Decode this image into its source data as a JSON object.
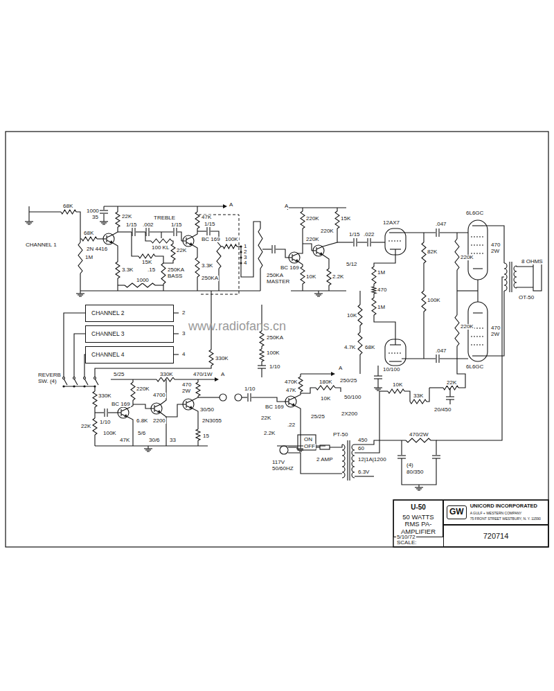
{
  "diagram": {
    "nodes": [
      {
        "text": [
          "CHANNEL 2"
        ]
      },
      {
        "text": [
          "CHANNEL 3"
        ]
      },
      {
        "text": [
          "CHANNEL 4"
        ]
      },
      {
        "text": [
          "U-50",
          "50 WATTS RMS PA-AMPLIFIER"
        ]
      },
      {
        "text": [
          "GW",
          "UNICORD INCORPORATED",
          "A GULF + WESTERN COMPANY",
          "75 FRONT STREET WESTBURY, N. Y. 11590"
        ]
      },
      {
        "text": [
          "720714"
        ]
      }
    ],
    "labels": [
      "68K",
      "CHANNEL 1",
      "68K",
      "1M",
      "2N 4416",
      "1000",
      "35",
      "22K",
      "1/15",
      ".002",
      "TREBLE",
      "100 KL",
      "1/15",
      "22K",
      "15K",
      ".15",
      "1000",
      "250KA",
      "BASS",
      "47K",
      "BC 169",
      "3.3K",
      "3.3K",
      "A",
      "1/15",
      "100K",
      "250KA",
      "1",
      "2",
      "3",
      "4",
      "250KA",
      "MASTER",
      "A",
      "220K",
      "15K",
      "220K",
      "BC 169",
      "220K",
      "1/15",
      ".022",
      "10K",
      "2.2K",
      "5/12",
      "12AX7",
      "1M",
      "470",
      "1M",
      "10K",
      "4.7K",
      "68K",
      "82K",
      "100K",
      ".047",
      "220K",
      ".047",
      "220K",
      "6L6GC",
      "470",
      "2W",
      "470",
      "2W",
      "6L6GC",
      "OT-50",
      "8 OHMS",
      "22K",
      "20/450",
      "10/100",
      "10K",
      "33K",
      "2",
      "3",
      "4",
      "REVERB",
      "SW. (4)",
      "330K",
      "1/10",
      "22K",
      "5/25",
      "220K",
      "330K",
      "470",
      "2W",
      "470/1W",
      "A",
      "30/50",
      "BC 169",
      "100K",
      "6.8K",
      "47K",
      "5/6",
      "4700",
      "2200",
      "2N3055",
      "30/6",
      "33",
      "15",
      "1/10",
      "470K",
      "47K",
      "BC 169",
      "22K",
      "2.2K",
      ".22",
      "180K",
      "10K",
      "25/25",
      "A",
      "250/25",
      "50/100",
      "2X200",
      "250KA",
      "100K",
      "1/10",
      "330K",
      "117V",
      "50/60HZ",
      "ON",
      "OFF",
      "2 AMP",
      "PT-50",
      "450",
      "60",
      "12|1A|1200",
      "6.3V",
      "470/2W",
      "(4)",
      "80/350",
      "5/10/72",
      "SCALE:",
      "www.radiofans.cn"
    ]
  }
}
